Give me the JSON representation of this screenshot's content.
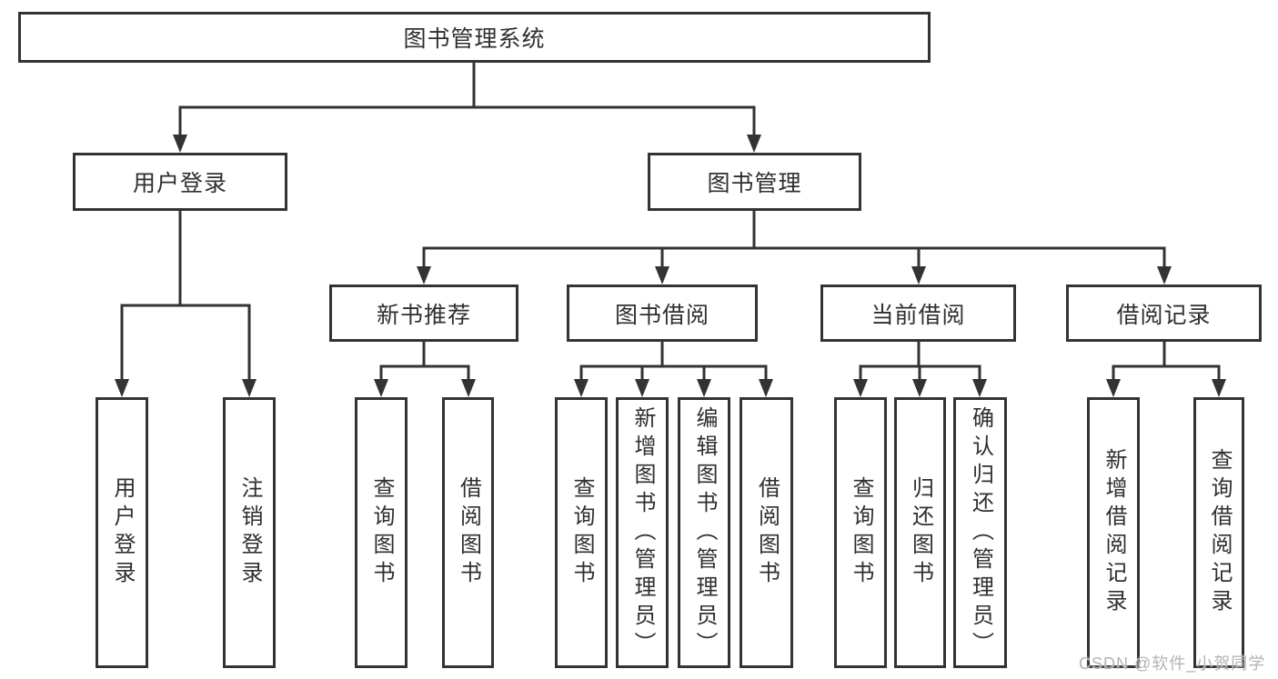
{
  "diagram": {
    "root": "图书管理系统",
    "children": [
      {
        "label": "用户登录",
        "leaves": [
          "用户登录",
          "注销登录"
        ]
      },
      {
        "label": "图书管理",
        "groups": [
          {
            "label": "新书推荐",
            "leaves": [
              "查询图书",
              "借阅图书"
            ]
          },
          {
            "label": "图书借阅",
            "leaves": [
              "查询图书",
              "新增图书（管理员）",
              "编辑图书（管理员）",
              "借阅图书"
            ]
          },
          {
            "label": "当前借阅",
            "leaves": [
              "查询图书",
              "归还图书",
              "确认归还（管理员）"
            ]
          },
          {
            "label": "借阅记录",
            "leaves": [
              "新增借阅记录",
              "查询借阅记录"
            ]
          }
        ]
      }
    ],
    "colors": {
      "line": "#333333",
      "text": "#2f2f2f",
      "box_background": "#ffffff",
      "watermark": "#b3b3b3",
      "background": "#ffffff"
    },
    "watermark": "CSDN @软件_小贺同学"
  }
}
